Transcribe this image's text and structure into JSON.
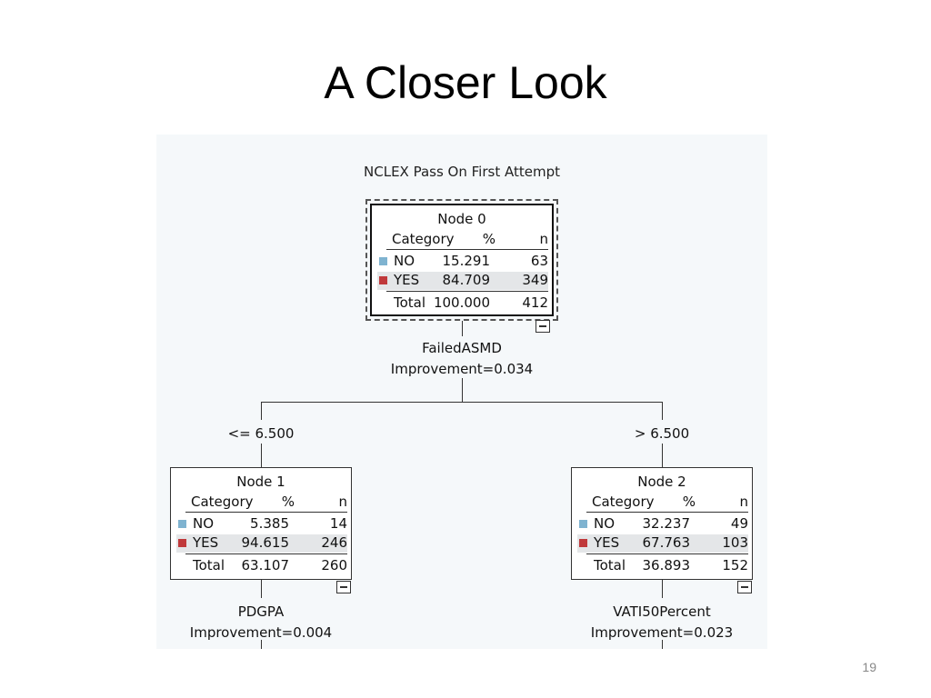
{
  "slide": {
    "title": "A Closer Look",
    "page_number": "19"
  },
  "tree": {
    "title": "NCLEX Pass On First Attempt",
    "colors": {
      "no": "#7fb3d0",
      "yes": "#c0393b"
    },
    "columns": {
      "category": "Category",
      "percent": "%",
      "n": "n"
    },
    "nodes": [
      {
        "name": "Node 0",
        "rows": [
          {
            "category": "NO",
            "percent": "15.291",
            "n": "63"
          },
          {
            "category": "YES",
            "percent": "84.709",
            "n": "349"
          }
        ],
        "total": {
          "label": "Total",
          "percent": "100.000",
          "n": "412"
        },
        "split": {
          "variable": "FailedASMD",
          "improvement": "Improvement=0.034"
        }
      },
      {
        "name": "Node 1",
        "rows": [
          {
            "category": "NO",
            "percent": "5.385",
            "n": "14"
          },
          {
            "category": "YES",
            "percent": "94.615",
            "n": "246"
          }
        ],
        "total": {
          "label": "Total",
          "percent": "63.107",
          "n": "260"
        },
        "split": {
          "variable": "PDGPA",
          "improvement": "Improvement=0.004"
        }
      },
      {
        "name": "Node 2",
        "rows": [
          {
            "category": "NO",
            "percent": "32.237",
            "n": "49"
          },
          {
            "category": "YES",
            "percent": "67.763",
            "n": "103"
          }
        ],
        "total": {
          "label": "Total",
          "percent": "36.893",
          "n": "152"
        },
        "split": {
          "variable": "VATI50Percent",
          "improvement": "Improvement=0.023"
        }
      }
    ],
    "branches": {
      "left": "<= 6.500",
      "right": "> 6.500"
    }
  }
}
